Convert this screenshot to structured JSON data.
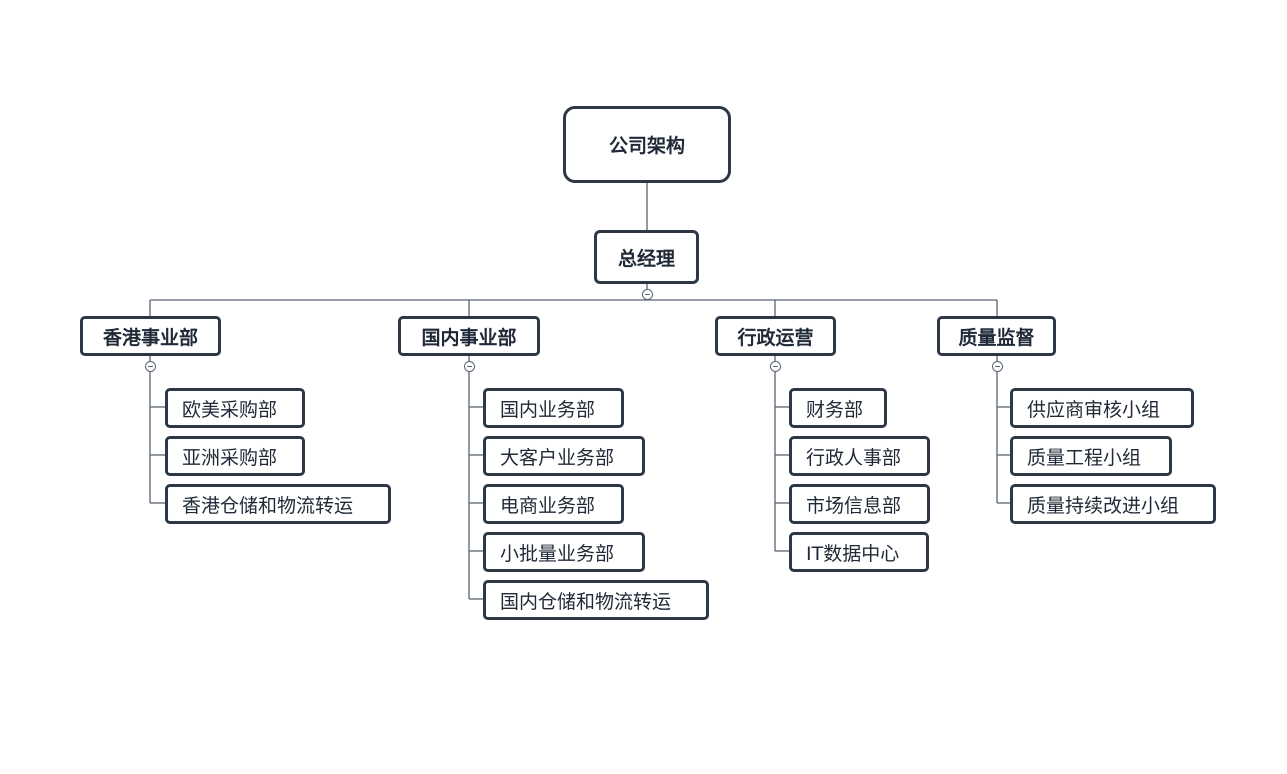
{
  "root": "公司架构",
  "gm": "总经理",
  "colors": {
    "border": "#2d3746",
    "line": "#5b6470",
    "text": "#1f2937"
  },
  "toggle_icon": "collapse-minus-icon",
  "departments": [
    {
      "name": "香港事业部",
      "children": [
        "欧美采购部",
        "亚洲采购部",
        "香港仓储和物流转运"
      ]
    },
    {
      "name": "国内事业部",
      "children": [
        "国内业务部",
        "大客户业务部",
        "电商业务部",
        "小批量业务部",
        "国内仓储和物流转运"
      ]
    },
    {
      "name": "行政运营",
      "children": [
        "财务部",
        "行政人事部",
        "市场信息部",
        "IT数据中心"
      ]
    },
    {
      "name": "质量监督",
      "children": [
        "供应商审核小组",
        "质量工程小组",
        "质量持续改进小组"
      ]
    }
  ]
}
